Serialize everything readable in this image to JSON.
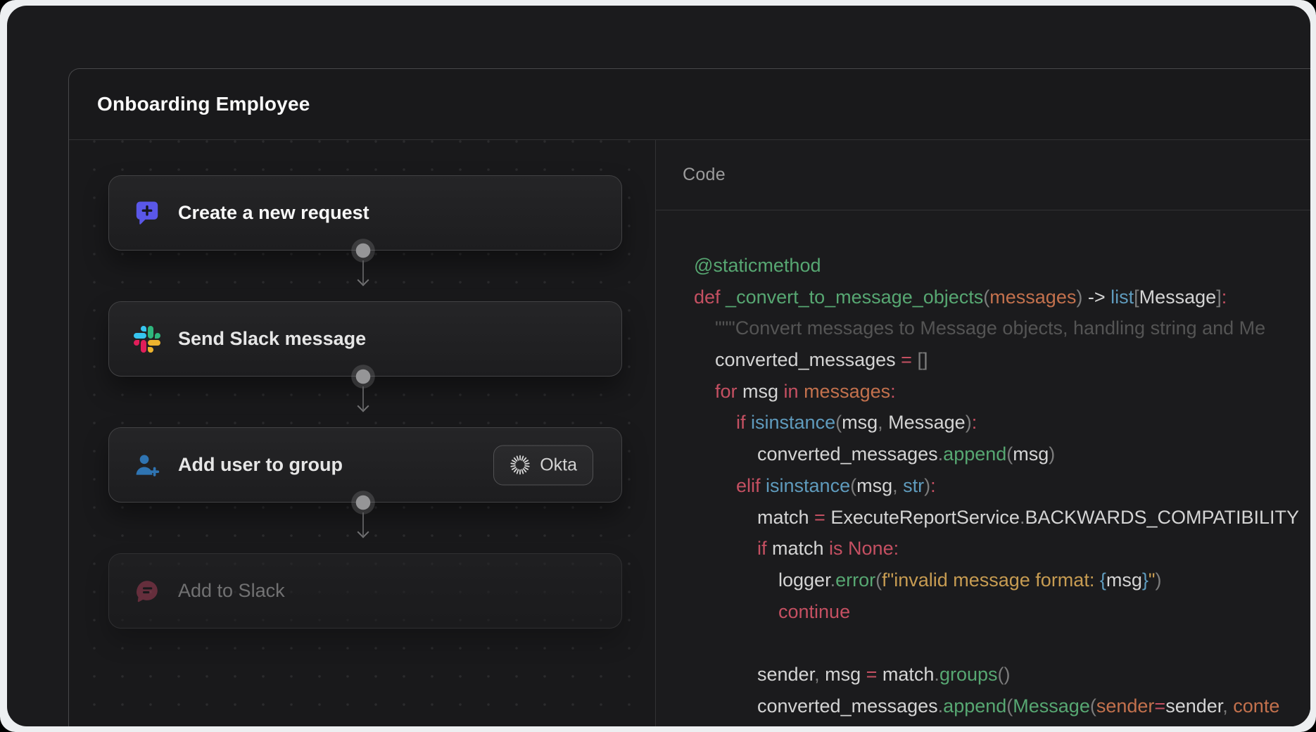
{
  "window": {
    "title": "Onboarding Employee"
  },
  "workflow": {
    "steps": [
      {
        "label": "Create a new request",
        "icon": "chat-plus-icon"
      },
      {
        "label": "Send Slack message",
        "icon": "slack-icon"
      },
      {
        "label": "Add user to group",
        "icon": "user-plus-icon",
        "badge": "Okta",
        "badge_icon": "okta-logo-icon"
      },
      {
        "label": "Add to Slack",
        "icon": "chat-lines-icon",
        "dimmed": true
      }
    ]
  },
  "code_panel": {
    "header": "Code",
    "syntax_colors": {
      "keyword": "#c55062",
      "function": "#57a772",
      "builtin": "#5f9bbd",
      "parameter": "#c3714d",
      "string": "#c79c52",
      "identifier": "#d4d4d4",
      "punctuation": "#7c7c7c",
      "docstring": "#545454"
    },
    "lines": [
      {
        "indent": 0,
        "tokens": [
          [
            "fn",
            "@staticmethod"
          ]
        ]
      },
      {
        "indent": 0,
        "tokens": [
          [
            "kw",
            "def "
          ],
          [
            "fn",
            "_convert_to_message_objects"
          ],
          [
            "pun",
            "("
          ],
          [
            "param",
            "messages"
          ],
          [
            "pun",
            ")"
          ],
          [
            "id",
            " -> "
          ],
          [
            "blue",
            "list"
          ],
          [
            "pun",
            "["
          ],
          [
            "id",
            "Message"
          ],
          [
            "pun",
            "]"
          ],
          [
            "kw",
            ":"
          ]
        ]
      },
      {
        "indent": 1,
        "tokens": [
          [
            "doc",
            "\"\"\"Convert messages to Message objects, handling string and Me"
          ]
        ]
      },
      {
        "indent": 1,
        "tokens": [
          [
            "id",
            "converted_messages "
          ],
          [
            "kw",
            "= "
          ],
          [
            "pun",
            "[]"
          ]
        ]
      },
      {
        "indent": 1,
        "tokens": [
          [
            "kw",
            "for "
          ],
          [
            "id",
            "msg "
          ],
          [
            "kw",
            "in "
          ],
          [
            "param",
            "messages"
          ],
          [
            "kw",
            ":"
          ]
        ]
      },
      {
        "indent": 2,
        "tokens": [
          [
            "kw",
            "if "
          ],
          [
            "blue",
            "isinstance"
          ],
          [
            "pun",
            "("
          ],
          [
            "id",
            "msg"
          ],
          [
            "pun",
            ", "
          ],
          [
            "id",
            "Message"
          ],
          [
            "pun",
            ")"
          ],
          [
            "kw",
            ":"
          ]
        ]
      },
      {
        "indent": 3,
        "tokens": [
          [
            "id",
            "converted_messages"
          ],
          [
            "pun",
            "."
          ],
          [
            "fn",
            "append"
          ],
          [
            "pun",
            "("
          ],
          [
            "id",
            "msg"
          ],
          [
            "pun",
            ")"
          ]
        ]
      },
      {
        "indent": 2,
        "tokens": [
          [
            "kw",
            "elif "
          ],
          [
            "blue",
            "isinstance"
          ],
          [
            "pun",
            "("
          ],
          [
            "id",
            "msg"
          ],
          [
            "pun",
            ", "
          ],
          [
            "blue",
            "str"
          ],
          [
            "pun",
            ")"
          ],
          [
            "kw",
            ":"
          ]
        ]
      },
      {
        "indent": 3,
        "tokens": [
          [
            "id",
            "match "
          ],
          [
            "kw",
            "= "
          ],
          [
            "id",
            "ExecuteReportService"
          ],
          [
            "pun",
            "."
          ],
          [
            "id",
            "BACKWARDS_COMPATIBILITY"
          ]
        ]
      },
      {
        "indent": 3,
        "tokens": [
          [
            "kw",
            "if "
          ],
          [
            "id",
            "match "
          ],
          [
            "kw",
            "is None:"
          ]
        ]
      },
      {
        "indent": 4,
        "tokens": [
          [
            "id",
            "logger"
          ],
          [
            "pun",
            "."
          ],
          [
            "fn",
            "error"
          ],
          [
            "pun",
            "("
          ],
          [
            "str",
            "f\"invalid message format: "
          ],
          [
            "blue",
            "{"
          ],
          [
            "id",
            "msg"
          ],
          [
            "blue",
            "}"
          ],
          [
            "str",
            "\""
          ],
          [
            "pun",
            ")"
          ]
        ]
      },
      {
        "indent": 4,
        "tokens": [
          [
            "kw",
            "continue"
          ]
        ]
      },
      {
        "indent": 0,
        "tokens": []
      },
      {
        "indent": 3,
        "tokens": [
          [
            "id",
            "sender"
          ],
          [
            "pun",
            ", "
          ],
          [
            "id",
            "msg "
          ],
          [
            "kw",
            "= "
          ],
          [
            "id",
            "match"
          ],
          [
            "pun",
            "."
          ],
          [
            "fn",
            "groups"
          ],
          [
            "pun",
            "()"
          ]
        ]
      },
      {
        "indent": 3,
        "tokens": [
          [
            "id",
            "converted_messages"
          ],
          [
            "pun",
            "."
          ],
          [
            "fn",
            "append"
          ],
          [
            "pun",
            "("
          ],
          [
            "fn",
            "Message"
          ],
          [
            "pun",
            "("
          ],
          [
            "param",
            "sender"
          ],
          [
            "kw",
            "="
          ],
          [
            "id",
            "sender"
          ],
          [
            "pun",
            ", "
          ],
          [
            "param",
            "conte"
          ]
        ]
      }
    ]
  },
  "colors": {
    "backdrop": "#edeff1",
    "window_bg": "#1b1b1d",
    "panel_bg": "#19191b",
    "card_border": "#424244",
    "dot_grid": "#2b2b2d",
    "chat_plus_icon": "#5a57e8",
    "user_plus_icon": "#2f74b2",
    "chat_lines_icon": "#a34057",
    "slack_blue": "#36C5F0",
    "slack_green": "#2EB67D",
    "slack_yellow": "#ECB22E",
    "slack_red": "#E01E5A"
  }
}
